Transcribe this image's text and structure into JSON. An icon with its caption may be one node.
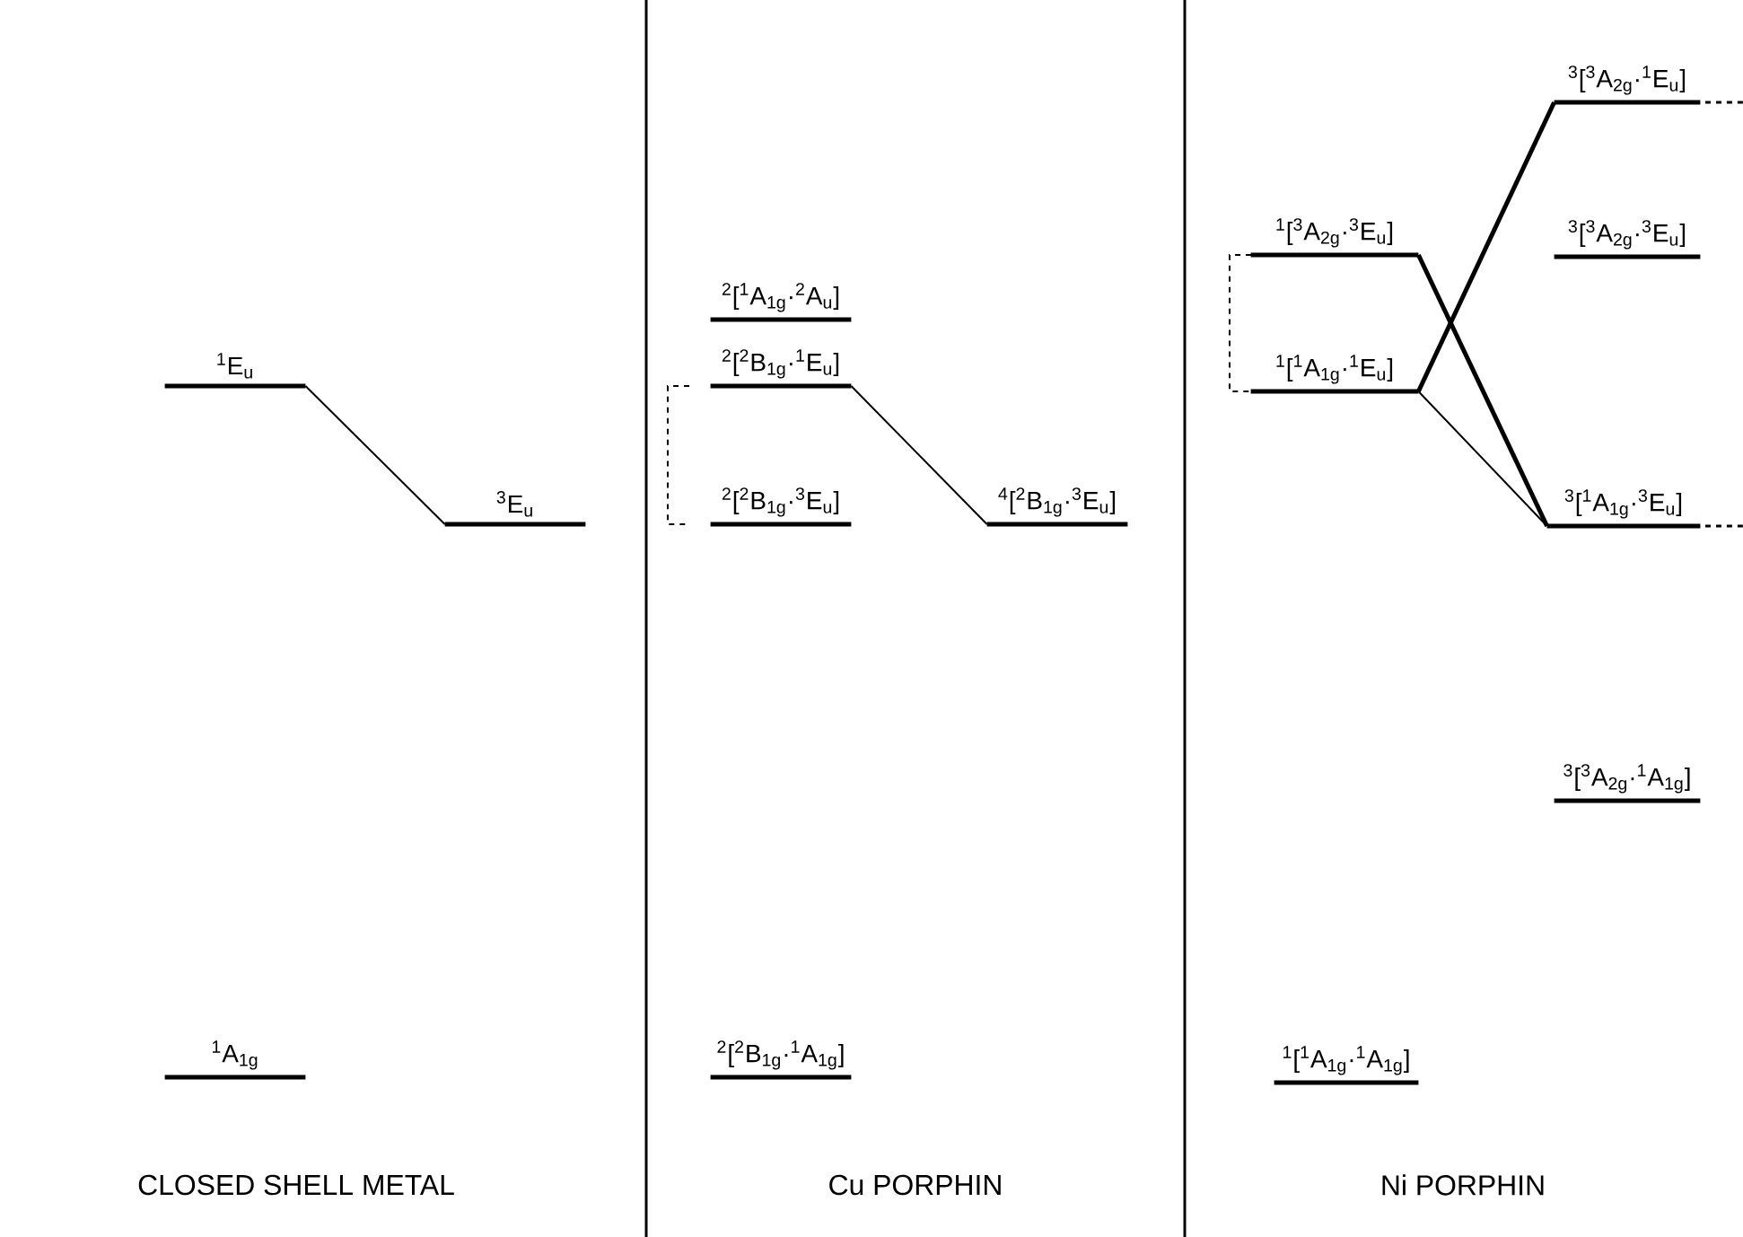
{
  "diagram": {
    "nodes": [
      {
        "text": [
          "$^{1}$E$_{u}$"
        ]
      },
      {
        "text": [
          "$^{3}$E$_{u}$"
        ]
      },
      {
        "text": [
          "$^{1}$A$_{1g}$"
        ]
      },
      {
        "text": [
          "$^{2}$[$^{1}$A$_{1g}$·$^{2}$A$_{u}$]"
        ]
      },
      {
        "text": [
          "$^{2}$[$^{2}$B$_{1g}$·$^{1}$E$_{u}$]"
        ]
      },
      {
        "text": [
          "$^{2}$[$^{2}$B$_{1g}$·$^{3}$E$_{u}$]"
        ]
      },
      {
        "text": [
          "$^{4}$[$^{2}$B$_{1g}$·$^{3}$E$_{u}$]"
        ]
      },
      {
        "text": [
          "$^{2}$[$^{2}$B$_{1g}$·$^{1}$A$_{1g}$]"
        ]
      },
      {
        "text": [
          "$^{3}$[$^{3}$A$_{2g}$·$^{1}$E$_{u}$]"
        ]
      },
      {
        "text": [
          "$^{1}$[$^{3}$A$_{2g}$·$^{3}$E$_{u}$]"
        ]
      },
      {
        "text": [
          "$^{3}$[$^{3}$A$_{2g}$·$^{3}$E$_{u}$]"
        ]
      },
      {
        "text": [
          "$^{1}$[$^{1}$A$_{1g}$·$^{1}$E$_{u}$]"
        ]
      },
      {
        "text": [
          "$^{3}$[$^{1}$A$_{1g}$·$^{3}$E$_{u}$]"
        ]
      },
      {
        "text": [
          "$^{3}$[$^{3}$A$_{2g}$·$^{1}$A$_{1g}$]"
        ]
      },
      {
        "text": [
          "$^{1}$[$^{1}$A$_{1g}$·$^{1}$A$_{1g}$]"
        ]
      }
    ],
    "edges": [
      {
        "from": 0,
        "to": 1,
        "arrow": "none"
      },
      {
        "from": 4,
        "to": 6,
        "arrow": "none"
      },
      {
        "from": 9,
        "to": 12,
        "arrow": "none",
        "style": "thick"
      },
      {
        "from": 11,
        "to": 8,
        "arrow": "none",
        "style": "thick"
      },
      {
        "from": 11,
        "to": 12,
        "arrow": "none"
      }
    ],
    "labels": [
      "CLOSED SHELL METAL",
      "Cu PORPHIN",
      "Ni PORPHIN"
    ]
  }
}
